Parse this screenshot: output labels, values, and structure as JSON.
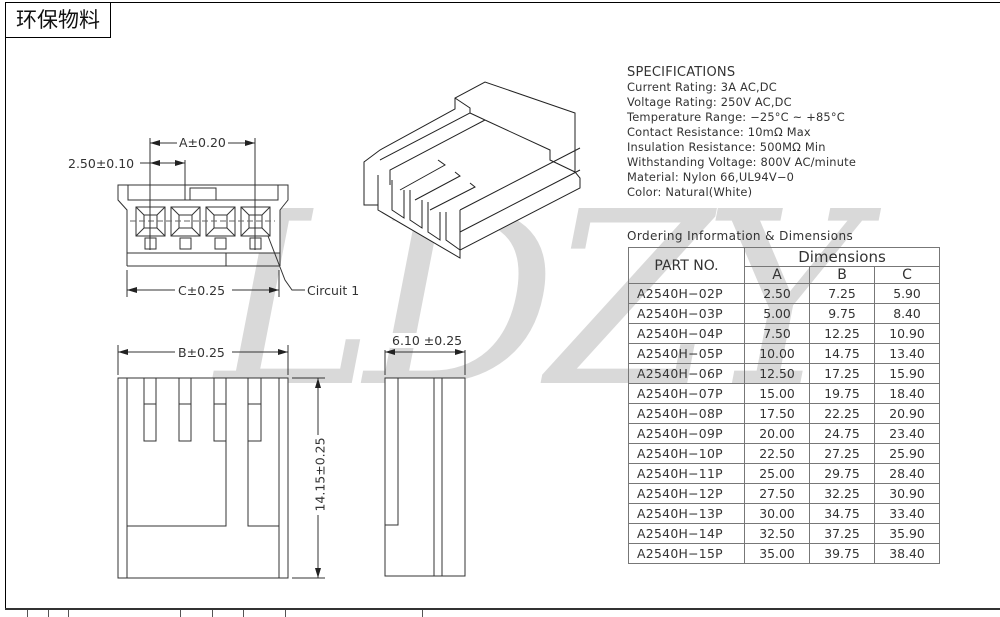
{
  "header": {
    "title": "环保物料"
  },
  "watermark": "LDZY",
  "drawing": {
    "front_view": {
      "dim_a": "A±0.20",
      "dim_pitch": "2.50±0.10",
      "dim_c": "C±0.25",
      "circuit_label": "Circuit  1"
    },
    "top_view": {
      "dim_b": "B±0.25",
      "dim_height": "14.15±0.25"
    },
    "side_view": {
      "dim_width": "6.10 ±0.25"
    }
  },
  "specifications": {
    "title": "SPECIFICATIONS",
    "lines": [
      "Current Rating: 3A AC,DC",
      "Voltage Rating: 250V AC,DC",
      "Temperature Range: −25°C ~ +85°C",
      "Contact Resistance: 10mΩ Max",
      "Insulation Resistance: 500MΩ Min",
      "Withstanding Voltage: 800V AC/minute",
      "Material: Nylon 66,UL94V−0",
      "Color: Natural(White)"
    ]
  },
  "ordering": {
    "title": "Ordering Information & Dimensions",
    "header_part": "PART NO.",
    "header_group": "Dimensions",
    "columns": [
      "A",
      "B",
      "C"
    ],
    "rows": [
      {
        "part": "A2540H−02P",
        "a": "2.50",
        "b": "7.25",
        "c": "5.90"
      },
      {
        "part": "A2540H−03P",
        "a": "5.00",
        "b": "9.75",
        "c": "8.40"
      },
      {
        "part": "A2540H−04P",
        "a": "7.50",
        "b": "12.25",
        "c": "10.90"
      },
      {
        "part": "A2540H−05P",
        "a": "10.00",
        "b": "14.75",
        "c": "13.40"
      },
      {
        "part": "A2540H−06P",
        "a": "12.50",
        "b": "17.25",
        "c": "15.90"
      },
      {
        "part": "A2540H−07P",
        "a": "15.00",
        "b": "19.75",
        "c": "18.40"
      },
      {
        "part": "A2540H−08P",
        "a": "17.50",
        "b": "22.25",
        "c": "20.90"
      },
      {
        "part": "A2540H−09P",
        "a": "20.00",
        "b": "24.75",
        "c": "23.40"
      },
      {
        "part": "A2540H−10P",
        "a": "22.50",
        "b": "27.25",
        "c": "25.90"
      },
      {
        "part": "A2540H−11P",
        "a": "25.00",
        "b": "29.75",
        "c": "28.40"
      },
      {
        "part": "A2540H−12P",
        "a": "27.50",
        "b": "32.25",
        "c": "30.90"
      },
      {
        "part": "A2540H−13P",
        "a": "30.00",
        "b": "34.75",
        "c": "33.40"
      },
      {
        "part": "A2540H−14P",
        "a": "32.50",
        "b": "37.25",
        "c": "35.90"
      },
      {
        "part": "A2540H−15P",
        "a": "35.00",
        "b": "39.75",
        "c": "38.40"
      }
    ]
  }
}
